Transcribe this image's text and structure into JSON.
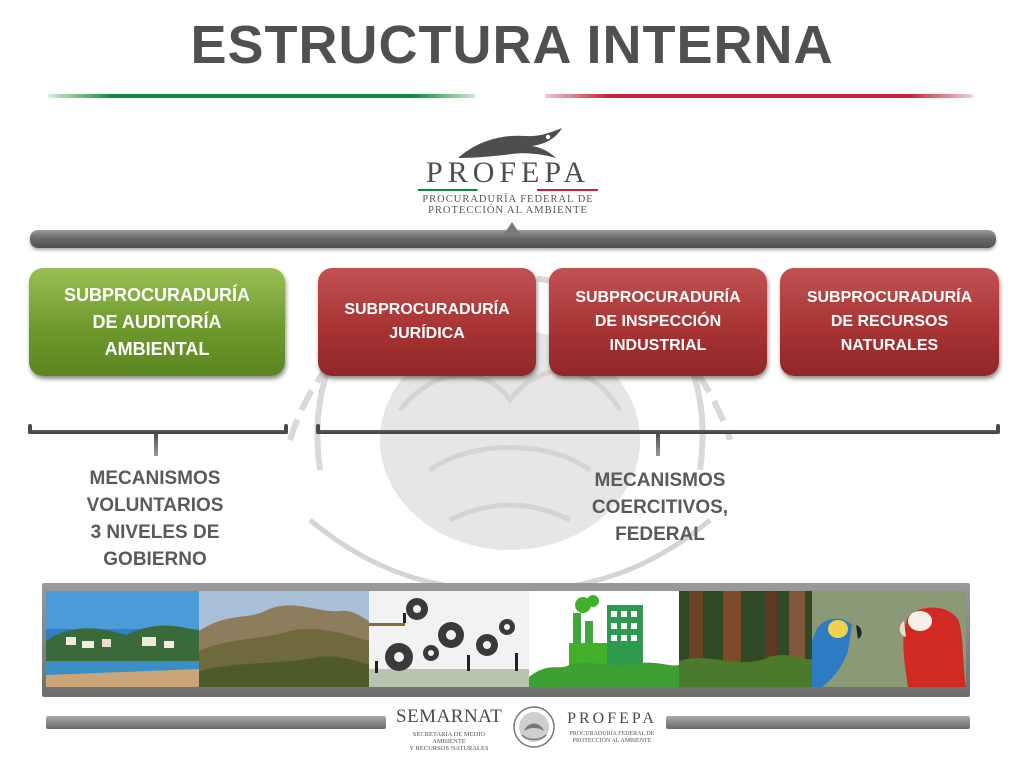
{
  "title": "ESTRUCTURA INTERNA",
  "colors": {
    "green_accent": "#0b8a3c",
    "red_accent": "#c4223a",
    "green_box": "#6f9a2c",
    "red_box": "#a83434",
    "text_gray": "#5a5a5a"
  },
  "header_logo": {
    "name": "PROFEPA",
    "subtitle_line1": "PROCURADURÍA FEDERAL DE",
    "subtitle_line2": "PROTECCIÓN AL AMBIENTE"
  },
  "boxes": [
    {
      "label": "SUBPROCURADURÍA\nDE AUDITORÍA\nAMBIENTAL",
      "color": "green"
    },
    {
      "label": "SUBPROCURADURÍA\nJURÍDICA",
      "color": "red"
    },
    {
      "label": "SUBPROCURADURÍA\nDE INSPECCIÓN\nINDUSTRIAL",
      "color": "red"
    },
    {
      "label": "SUBPROCURADURÍA\nDE RECURSOS\nNATURALES",
      "color": "red"
    }
  ],
  "groups": [
    {
      "caption": "MECANISMOS\nVOLUNTARIOS\n3 NIVELES DE\nGOBIERNO"
    },
    {
      "caption": "MECANISMOS\nCOERCITIVOS,\nFEDERAL"
    }
  ],
  "photos": [
    "coastal-town-photo",
    "mountains-photo",
    "gears-people-photo",
    "green-factory-icon-photo",
    "forest-photo",
    "macaws-photo"
  ],
  "footer": {
    "semarnat": "SEMARNAT",
    "semarnat_sub_line1": "SECRETARÍA DE MEDIO AMBIENTE",
    "semarnat_sub_line2": "Y RECURSOS NATURALES",
    "profepa": "PROFEPA",
    "profepa_sub_line1": "PROCURADURÍA FEDERAL DE",
    "profepa_sub_line2": "PROTECCIÓN AL AMBIENTE"
  }
}
